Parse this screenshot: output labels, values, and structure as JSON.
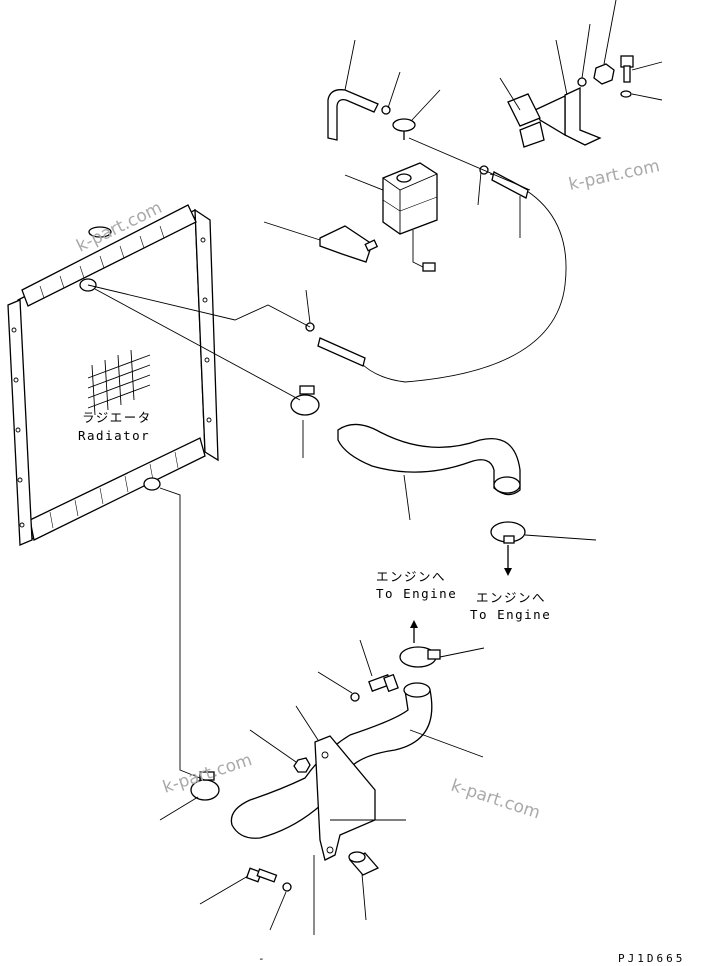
{
  "labels": {
    "radiator_jp": "ラジエータ",
    "radiator_en": "Radiator",
    "to_engine_1_jp": "エンジンへ",
    "to_engine_1_en": "To Engine",
    "to_engine_2_jp": "エンジンへ",
    "to_engine_2_en": "To Engine"
  },
  "watermarks": [
    "k-part.com",
    "k-part.com",
    "k-part.com",
    "k-part.com"
  ],
  "drawing_code": "PJ1D665",
  "bottom_mark": "-"
}
